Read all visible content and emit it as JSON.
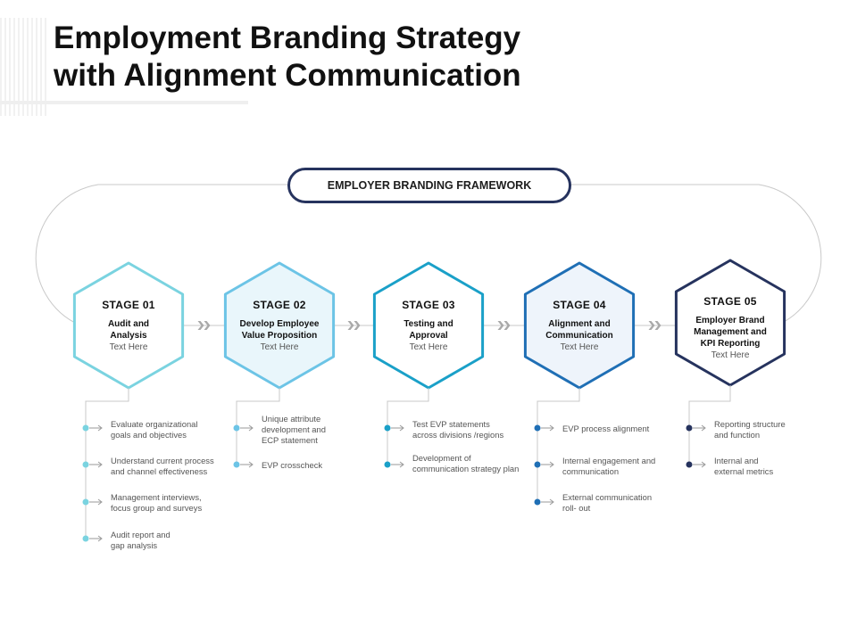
{
  "title": {
    "line1": "Employment Branding Strategy",
    "line2": "with Alignment Communication"
  },
  "framework_label": "EMPLOYER BRANDING FRAMEWORK",
  "colors": {
    "stage1": "#7ad3e0",
    "stage2": "#6cc4e6",
    "stage3": "#1aa0c8",
    "stage4": "#1f6fb5",
    "stage5": "#26335e"
  },
  "stages": [
    {
      "title": "STAGE  01",
      "name": [
        "Audit and",
        "Analysis"
      ],
      "sub": "Text Here",
      "items": [
        [
          "Evaluate organizational",
          "goals and objectives"
        ],
        [
          "Understand current process",
          "and channel effectiveness"
        ],
        [
          "Management interviews,",
          "focus group and surveys"
        ],
        [
          "Audit report and",
          "gap analysis"
        ]
      ]
    },
    {
      "title": "STAGE  02",
      "name": [
        "Develop Employee",
        "Value Proposition"
      ],
      "sub": "Text Here",
      "items": [
        [
          "Unique attribute",
          "development and",
          "ECP statement"
        ],
        [
          "EVP crosscheck"
        ]
      ]
    },
    {
      "title": "STAGE  03",
      "name": [
        "Testing and",
        "Approval"
      ],
      "sub": "Text Here",
      "items": [
        [
          "Test EVP statements",
          "across divisions /regions"
        ],
        [
          "Development of",
          "communication strategy plan"
        ]
      ]
    },
    {
      "title": "STAGE  04",
      "name": [
        "Alignment and",
        "Communication"
      ],
      "sub": "Text Here",
      "items": [
        [
          "EVP process alignment"
        ],
        [
          "Internal engagement and",
          "communication"
        ],
        [
          "External communication",
          "roll- out"
        ]
      ]
    },
    {
      "title": "STAGE  05",
      "name": [
        "Employer Brand",
        "Management and",
        "KPI Reporting"
      ],
      "sub": "Text Here",
      "items": [
        [
          "Reporting structure",
          "and function"
        ],
        [
          "Internal and",
          "external metrics"
        ]
      ]
    }
  ]
}
